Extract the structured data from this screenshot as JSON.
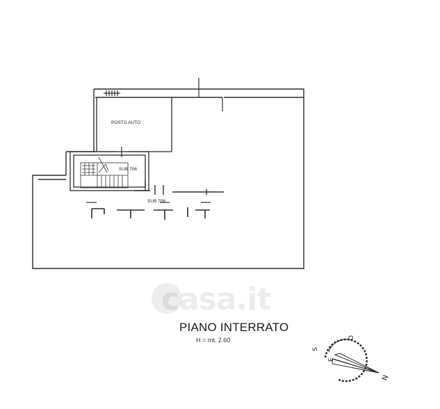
{
  "plan": {
    "title": "PIANO INTERRATO",
    "height_note": "H = mt. 2.60",
    "rooms": {
      "parking": "POSTO AUTO",
      "sub_upper": "SUB 706",
      "sub_lower": "SUB 706"
    },
    "watermark": "casa.it",
    "compass": {
      "o": "O",
      "s": "S",
      "e": "E",
      "n": "N"
    }
  }
}
